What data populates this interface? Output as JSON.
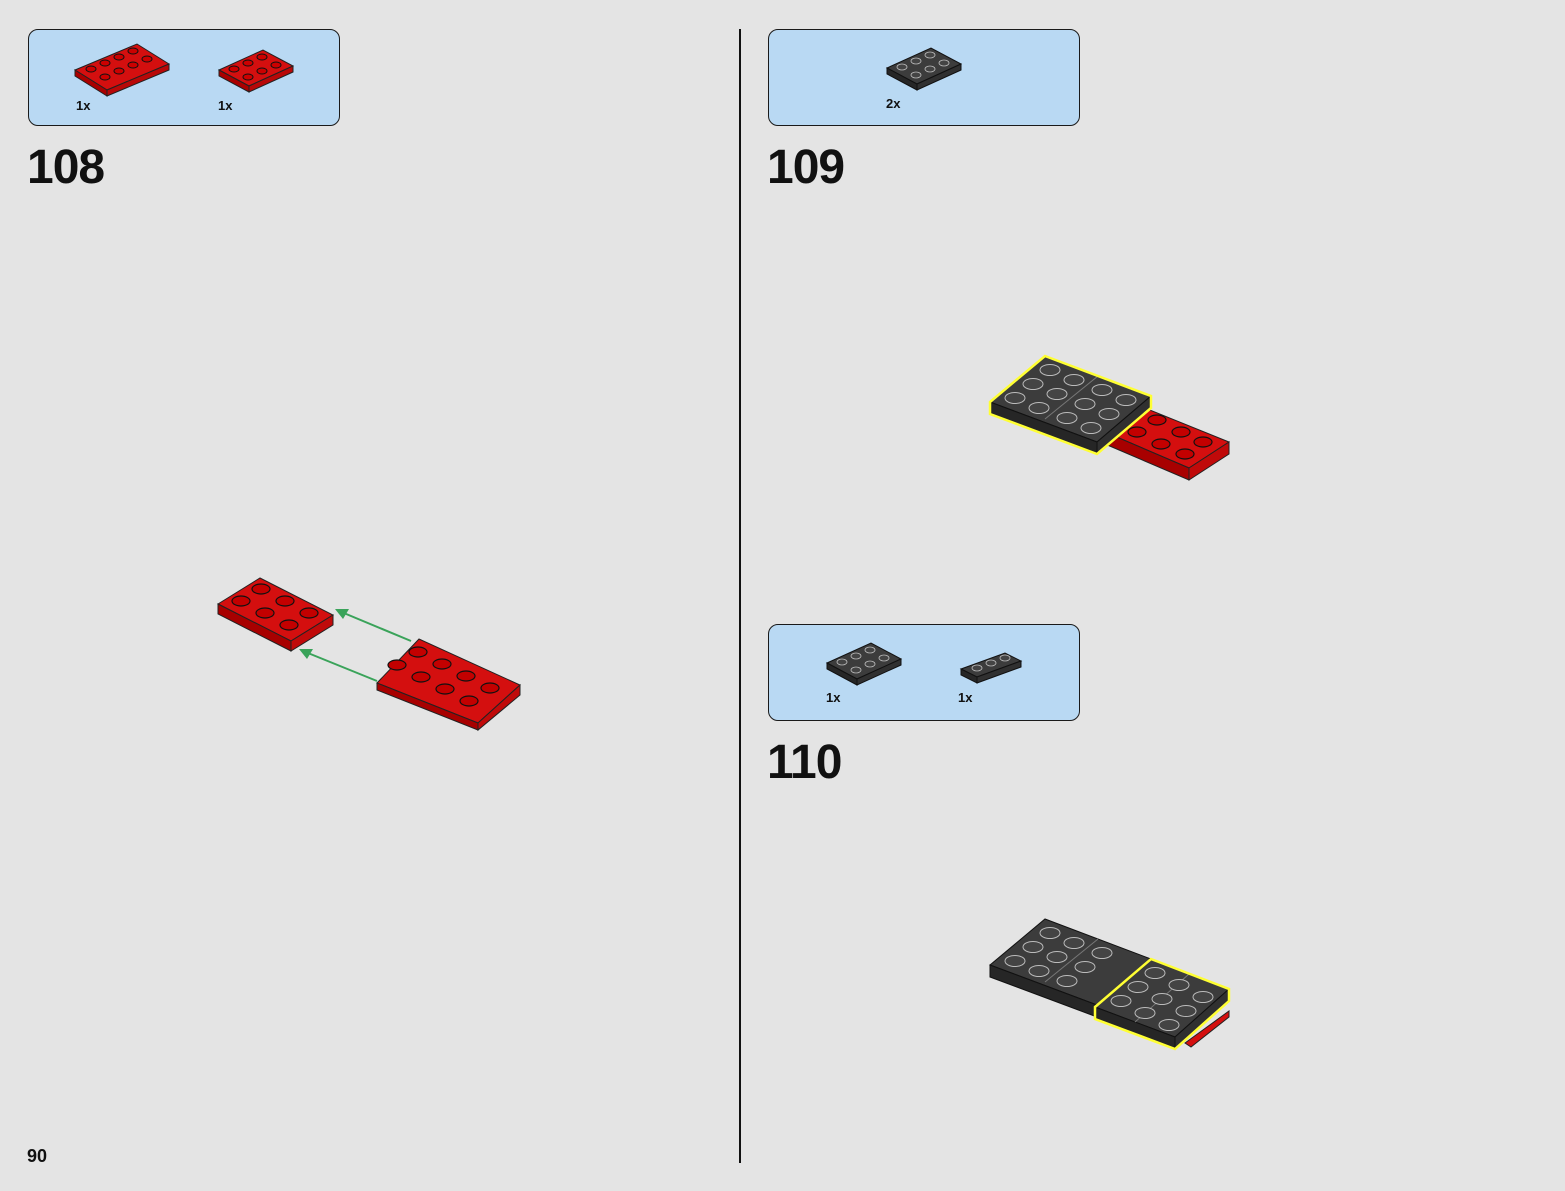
{
  "page": {
    "number": "90"
  },
  "steps": [
    {
      "number": "108",
      "parts": [
        {
          "qty": "1x",
          "icon": "red-plate-2x4-icon",
          "color": "#d40f0f"
        },
        {
          "qty": "1x",
          "icon": "red-plate-2x3-icon",
          "color": "#d40f0f"
        }
      ]
    },
    {
      "number": "109",
      "parts": [
        {
          "qty": "2x",
          "icon": "dark-gray-plate-2x3-icon",
          "color": "#3c3c3c"
        }
      ]
    },
    {
      "number": "110",
      "parts": [
        {
          "qty": "1x",
          "icon": "dark-gray-plate-2x3-icon",
          "color": "#3c3c3c"
        },
        {
          "qty": "1x",
          "icon": "dark-gray-plate-1x3-icon",
          "color": "#3c3c3c"
        }
      ]
    }
  ],
  "colors": {
    "parts_box_bg": "#b9d9f3",
    "brick_red": "#d40f0f",
    "brick_dark_gray": "#3c3c3c",
    "arrow_green": "#3aa35a",
    "highlight_yellow": "#ffff33"
  }
}
